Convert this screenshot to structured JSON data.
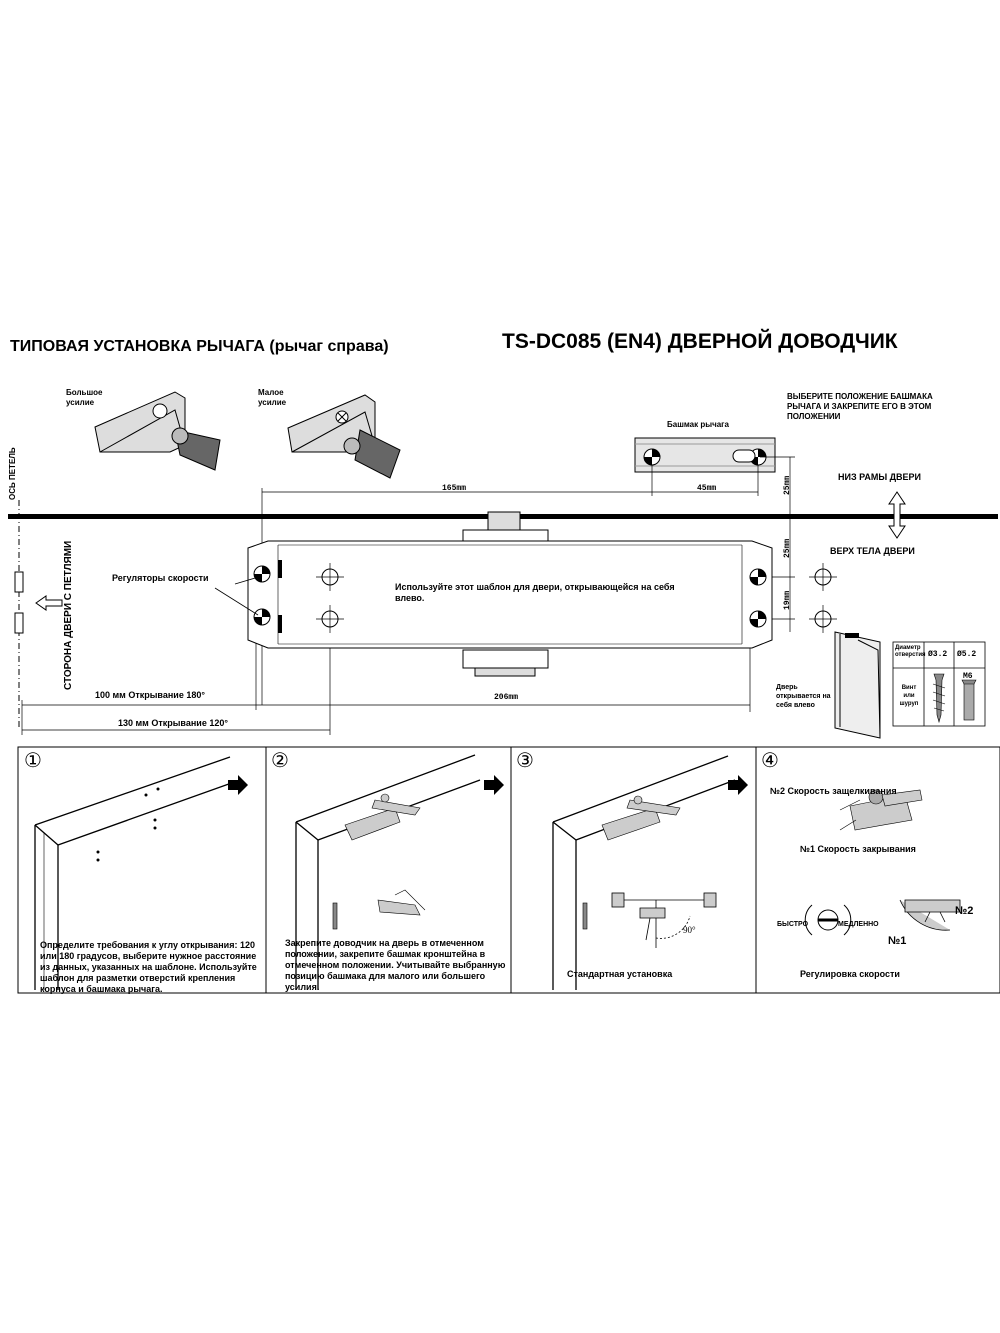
{
  "header": {
    "title_left": "ТИПОВАЯ УСТАНОВКА РЫЧАГА (рычаг справа)",
    "title_right": "TS-DC085 (EN4) ДВЕРНОЙ ДОВОДЧИК"
  },
  "force": {
    "large": "Большое усилие",
    "small": "Малое усилие"
  },
  "labels": {
    "select_shoe": "ВЫБЕРИТЕ ПОЛОЖЕНИЕ БАШМАКА РЫЧАГА И ЗАКРЕПИТЕ ЕГО В ЭТОМ ПОЛОЖЕНИИ",
    "arm_shoe": "Башмак рычага",
    "frame_bottom": "НИЗ РАМЫ ДВЕРИ",
    "door_top": "ВЕРХ ТЕЛА ДВЕРИ",
    "hinge_axis": "ОСЬ ПЕТЕЛЬ",
    "hinge_side": "СТОРОНА ДВЕРИ С ПЕТЛЯМИ",
    "speed_regulators": "Регуляторы скорости",
    "template_note": "Используйте этот шаблон для двери, открывающейся на себя влево.",
    "door_opens": "Дверь открывается на себя влево"
  },
  "dimensions": {
    "d165": "165mm",
    "d45": "45mm",
    "d25a": "25mm",
    "d25b": "25mm",
    "d19": "19mm",
    "d206": "206mm",
    "open180": "100 мм   Открывание 180°",
    "open120": "130 мм   Открывание 120°"
  },
  "spec_table": {
    "diameter_label": "Диаметр отверстия",
    "d1": "Ø3.2",
    "d2": "Ø5.2",
    "screw_label": "Винт или шуруп",
    "m6": "M6"
  },
  "steps": [
    {
      "num": "①",
      "text": "Определите требования к углу открывания: 120 или 180 градусов, выберите нужное расстояние из данных, указанных на шаблоне. Используйте шаблон для разметки отверстий крепления корпуса и башмака рычага."
    },
    {
      "num": "②",
      "text": "Закрепите доводчик на дверь в отмеченном положении, закрепите башмак кронштейна в отмеченном положении. Учитывайте выбранную позицию башмака для малого или большего усилия."
    },
    {
      "num": "③",
      "text": "Стандартная установка",
      "angle": "90°"
    },
    {
      "num": "④",
      "text": "Регулировка скорости",
      "latch": "№2 Скорость защелкивания",
      "close": "№1 Скорость закрывания",
      "fast": "БЫСТРО",
      "slow": "МЕДЛЕННО",
      "n1": "№1",
      "n2": "№2"
    }
  ]
}
